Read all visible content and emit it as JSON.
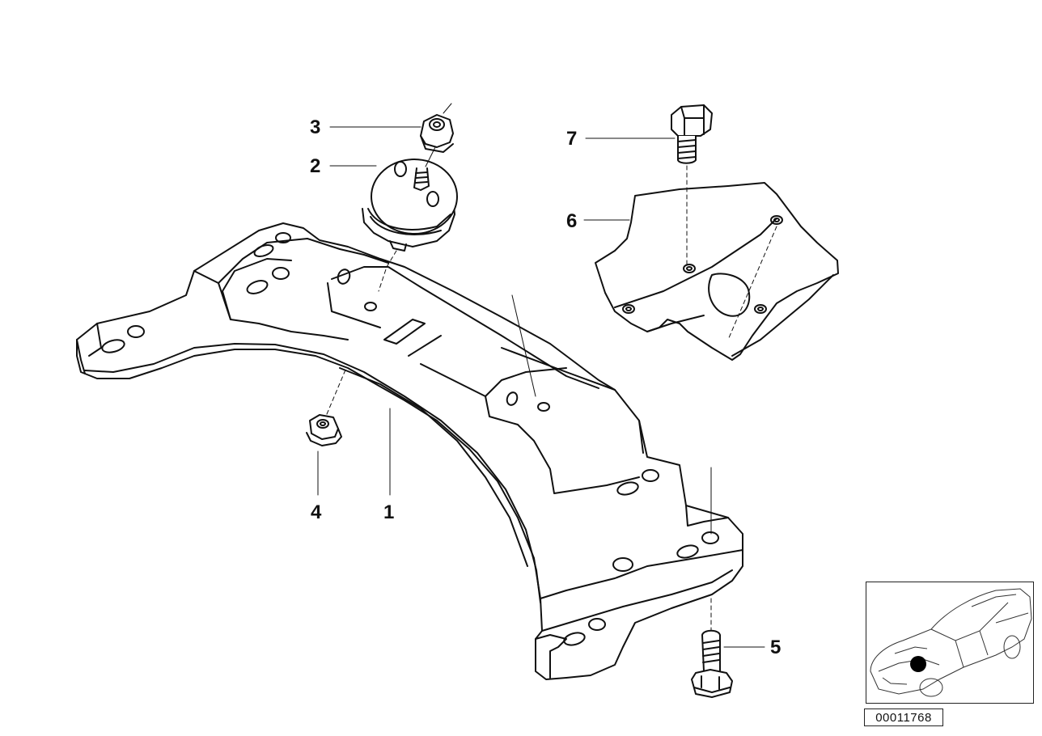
{
  "diagram": {
    "callouts": [
      {
        "id": "1",
        "label": "1"
      },
      {
        "id": "2",
        "label": "2"
      },
      {
        "id": "3",
        "label": "3"
      },
      {
        "id": "4",
        "label": "4"
      },
      {
        "id": "5",
        "label": "5"
      },
      {
        "id": "6",
        "label": "6"
      },
      {
        "id": "7",
        "label": "7"
      }
    ],
    "document_number": "00011768",
    "thumbnail_marker_color": "#000000"
  }
}
